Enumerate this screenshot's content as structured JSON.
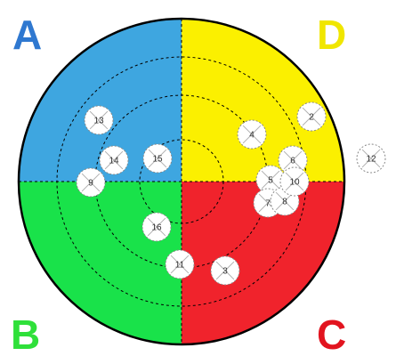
{
  "quadrants": [
    {
      "id": "A",
      "label": "A",
      "color": "#3ea6e0",
      "text_color": "#2f78d0"
    },
    {
      "id": "B",
      "label": "B",
      "color": "#19e24a",
      "text_color": "#2fe03a"
    },
    {
      "id": "C",
      "label": "C",
      "color": "#f0232c",
      "text_color": "#e2141f"
    },
    {
      "id": "D",
      "label": "D",
      "color": "#fbf000",
      "text_color": "#f0e600"
    }
  ],
  "markers": [
    {
      "label": "2",
      "crossed": true
    },
    {
      "label": "3",
      "crossed": true
    },
    {
      "label": "4",
      "crossed": true
    },
    {
      "label": "5",
      "crossed": true
    },
    {
      "label": "6",
      "crossed": true
    },
    {
      "label": "7",
      "crossed": true
    },
    {
      "label": "8",
      "crossed": true
    },
    {
      "label": "9",
      "crossed": true
    },
    {
      "label": "10",
      "crossed": true
    },
    {
      "label": "11",
      "crossed": true
    },
    {
      "label": "12",
      "crossed": true
    },
    {
      "label": "13",
      "crossed": true
    },
    {
      "label": "14",
      "crossed": true
    },
    {
      "label": "15",
      "crossed": true
    },
    {
      "label": "16",
      "crossed": true
    }
  ]
}
